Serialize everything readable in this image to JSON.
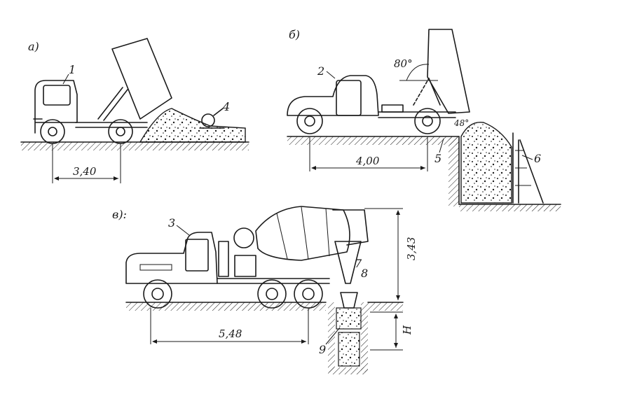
{
  "panels": {
    "a": {
      "label": "а)",
      "truck_num": "1",
      "roller_num": "4",
      "dim": "3,40"
    },
    "b": {
      "label": "б)",
      "truck_num": "2",
      "angle": "80°",
      "angle_small": "48°",
      "pile_num": "5",
      "wall_num": "6",
      "dim": "4,00"
    },
    "c": {
      "label": "в):",
      "truck_num": "3",
      "hopper_num": "7",
      "chute_num": "8",
      "column_num": "9",
      "dim_wheelbase": "5,48",
      "dim_height": "3,43",
      "dim_h": "H"
    }
  }
}
